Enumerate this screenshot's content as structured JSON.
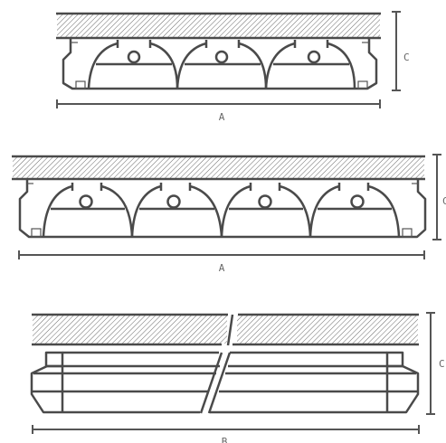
{
  "diagram": {
    "views": [
      {
        "id": "top",
        "reflector_count": 3,
        "dimension_labels": {
          "horizontal": "A",
          "vertical": "C"
        }
      },
      {
        "id": "middle",
        "reflector_count": 4,
        "dimension_labels": {
          "horizontal": "A",
          "vertical": "C"
        }
      },
      {
        "id": "bottom",
        "dimension_labels": {
          "horizontal": "B",
          "vertical": "C"
        }
      }
    ]
  },
  "colors": {
    "line": "#4a4a4a",
    "label": "#666666",
    "background": "#ffffff"
  }
}
